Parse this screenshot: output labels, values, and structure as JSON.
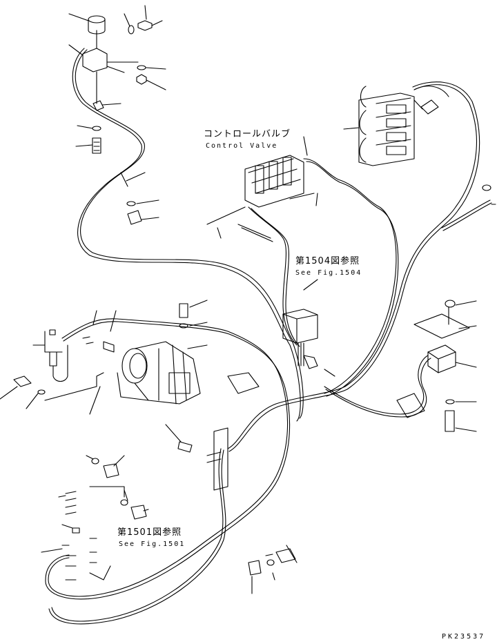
{
  "labels": {
    "control_valve_jp": "コントロールバルブ",
    "control_valve_en": "Control Valve",
    "ref_1504_jp": "第1504図参照",
    "ref_1504_en": "See Fig.1504",
    "ref_1501_jp": "第1501図参照",
    "ref_1501_en": "See Fig.1501",
    "drawing_code": "PK23537"
  },
  "colors": {
    "line": "#000000",
    "background": "#ffffff"
  }
}
